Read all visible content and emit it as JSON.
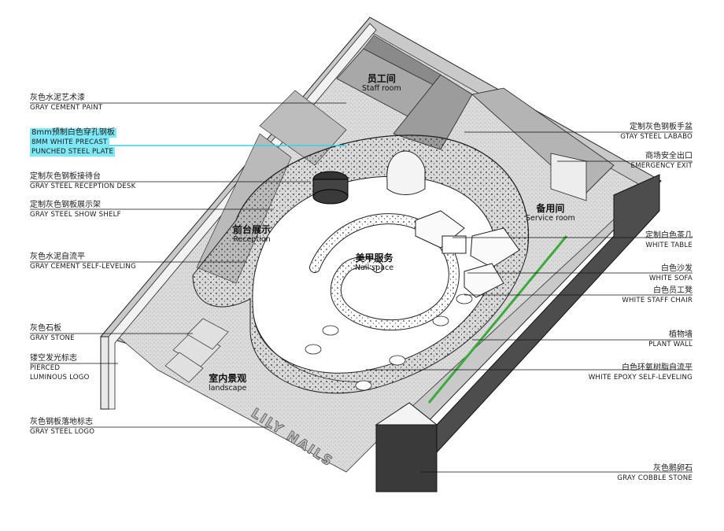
{
  "diagram": {
    "left_labels": [
      {
        "id": "gray-cement-paint",
        "cn": "灰色水泥艺术漆",
        "en": "GRAY CEMENT PAINT",
        "highlight": false
      },
      {
        "id": "perforated-plate",
        "cn": "8mm预制白色穿孔钢板",
        "en": "8MM WHITE PRECAST",
        "en2": "PUNCHED STEEL PLATE",
        "highlight": true
      },
      {
        "id": "reception-desk",
        "cn": "定制灰色钢板接待台",
        "en": "GRAY STEEL RECEPTION DESK",
        "highlight": false
      },
      {
        "id": "show-shelf",
        "cn": "定制灰色钢板展示架",
        "en": "GRAY STEEL SHOW SHELF",
        "highlight": false
      },
      {
        "id": "cement-self-leveling",
        "cn": "灰色水泥自流平",
        "en": "GRAY CEMENT SELF-LEVELING",
        "highlight": false
      },
      {
        "id": "gray-stone",
        "cn": "灰色石板",
        "en": "GRAY STONE",
        "highlight": false
      },
      {
        "id": "luminous-logo",
        "cn": "镂空发光标志",
        "en": "PIERCED",
        "en2": "LUMINOUS LOGO",
        "highlight": false
      },
      {
        "id": "steel-logo",
        "cn": "灰色钢板落地标志",
        "en": "GRAY STEEL LOGO",
        "highlight": false
      }
    ],
    "right_labels": [
      {
        "id": "steel-lababo",
        "cn": "定制灰色钢板手盆",
        "en": "GTAY STEEL LABABO"
      },
      {
        "id": "emergency-exit",
        "cn": "商场安全出口",
        "en": "EMERGENCY EXIT"
      },
      {
        "id": "white-table",
        "cn": "定制白色茶几",
        "en": "WHITE TABLE"
      },
      {
        "id": "white-sofa",
        "cn": "白色沙发",
        "en": "WHITE SOFA"
      },
      {
        "id": "staff-chair",
        "cn": "白色员工凳",
        "en": "WHITE STAFF CHAIR"
      },
      {
        "id": "plant-wall",
        "cn": "植物墙",
        "en": "PLANT WALL"
      },
      {
        "id": "epoxy-self-leveling",
        "cn": "白色环氧树脂自流平",
        "en": "WHITE EPOXY SELF-LEVELING"
      },
      {
        "id": "cobble-stone",
        "cn": "灰色鹅卵石",
        "en": "GRAY COBBLE STONE"
      }
    ],
    "rooms": [
      {
        "id": "staff-room",
        "cn": "员工间",
        "en": "Staff room"
      },
      {
        "id": "service-room",
        "cn": "备用间",
        "en": "Service room"
      },
      {
        "id": "reception",
        "cn": "前台展示",
        "en": "Reception"
      },
      {
        "id": "nail-space",
        "cn": "美甲服务",
        "en": "Nail space"
      },
      {
        "id": "landscape",
        "cn": "室内景观",
        "en": "landscape"
      }
    ],
    "floor_logo": "LILY NAILS",
    "colors": {
      "highlight": "#7fe8f6",
      "highlight_line": "#31d3ea",
      "plant": "#3caa3c",
      "wall_dark": "#4a4a4a",
      "wall_mid": "#9a9a9a",
      "floor": "#e4e4e4"
    }
  }
}
